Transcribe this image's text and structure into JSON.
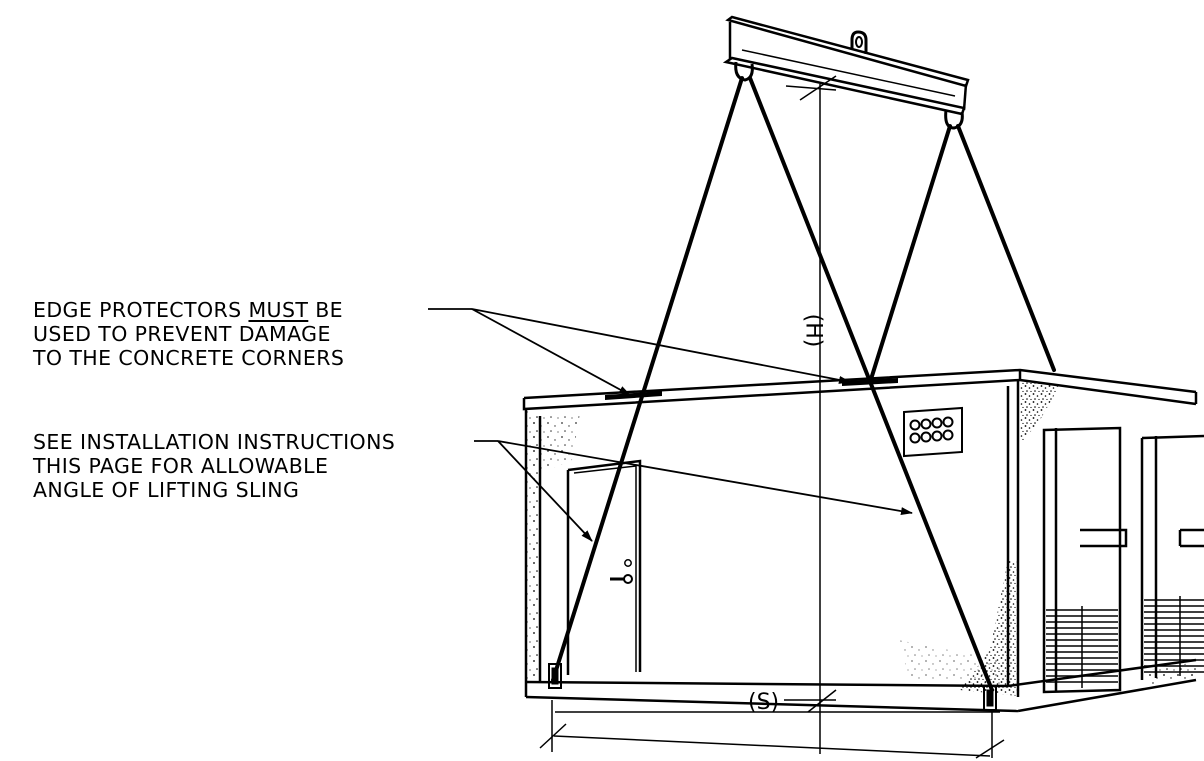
{
  "notes": {
    "edge_protectors": {
      "line1_pre": "EDGE PROTECTORS ",
      "line1_emph": "MUST",
      "line1_post": " BE",
      "line2": "USED TO PREVENT DAMAGE",
      "line3": "TO THE CONCRETE CORNERS"
    },
    "installation": {
      "line1": "SEE INSTALLATION INSTRUCTIONS",
      "line2": "THIS PAGE FOR ALLOWABLE",
      "line3": "ANGLE OF LIFTING SLING"
    }
  },
  "dimensions": {
    "height_label": "(H)",
    "span_label": "(S)"
  },
  "colors": {
    "ink": "#000000",
    "paper": "#ffffff"
  }
}
